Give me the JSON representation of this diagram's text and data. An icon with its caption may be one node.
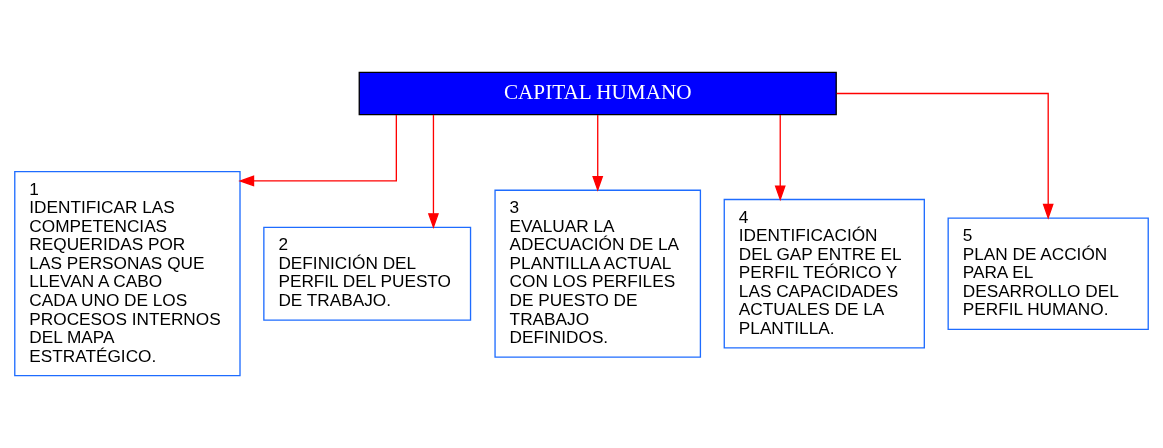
{
  "diagram": {
    "nodes": [
      {
        "text": [
          "CAPITAL HUMANO"
        ]
      },
      {
        "text": [
          "1",
          "IDENTIFICAR LAS COMPETENCIAS REQUERIDAS POR LAS PERSONAS QUE LLEVAN A CABO CADA UNO DE LOS PROCESOS INTERNOS DEL MAPA ESTRATÉGICO."
        ]
      },
      {
        "text": [
          "2",
          "DEFINICIÓN DEL PERFIL DEL PUESTO DE TRABAJO."
        ]
      },
      {
        "text": [
          "3",
          "EVALUAR LA ADECUACIÓN DE LA PLANTILLA ACTUAL CON LOS PERFILES DE PUESTO DE TRABAJO DEFINIDOS."
        ]
      },
      {
        "text": [
          "4",
          "IDENTIFICACIÓN DEL GAP ENTRE EL PERFIL TEÓRICO Y LAS CAPACIDADES ACTUALES DE LA PLANTILLA."
        ]
      },
      {
        "text": [
          "5",
          "PLAN DE ACCIÓN PARA EL DESARROLLO DEL PERFIL HUMANO."
        ]
      }
    ],
    "edges": [
      {
        "from": 0,
        "to": 1,
        "arrow": "to",
        "color": "#ff0000"
      },
      {
        "from": 0,
        "to": 2,
        "arrow": "to",
        "color": "#ff0000"
      },
      {
        "from": 0,
        "to": 3,
        "arrow": "to",
        "color": "#ff0000"
      },
      {
        "from": 0,
        "to": 4,
        "arrow": "to",
        "color": "#ff0000"
      },
      {
        "from": 0,
        "to": 5,
        "arrow": "to",
        "color": "#ff0000"
      }
    ]
  }
}
